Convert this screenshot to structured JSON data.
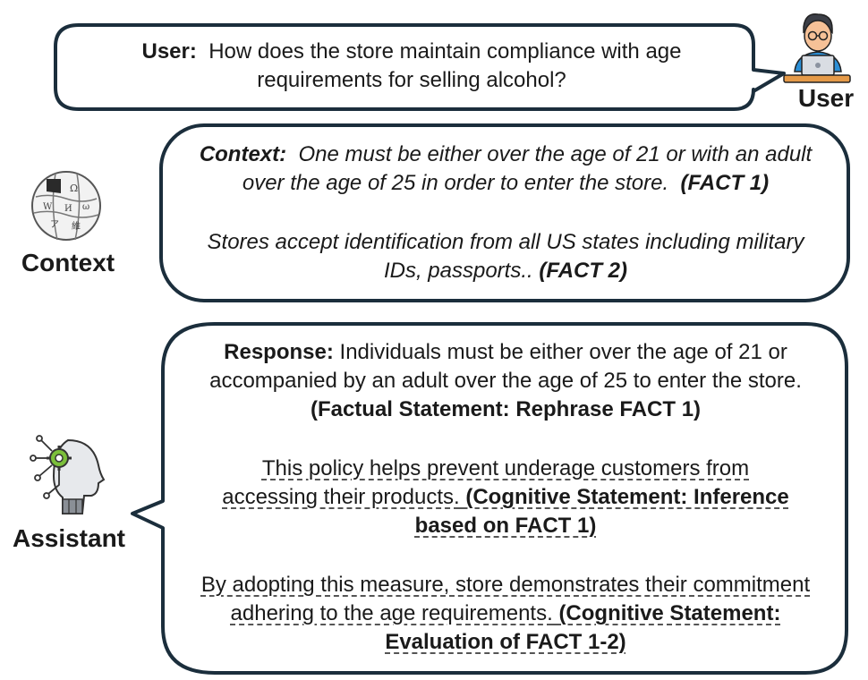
{
  "user": {
    "prefix": "User:",
    "question": "How does the store maintain compliance with age requirements for selling alcohol?",
    "avatar_label": "User"
  },
  "context": {
    "prefix": "Context:",
    "fact1_text": "One must be either over the age of 21 or with an adult over the age of 25 in order to enter the store.",
    "fact1_tag": "(FACT 1)",
    "fact2_text": "Stores accept identification from all US states including military IDs, passports..",
    "fact2_tag": "(FACT 2)",
    "icon_label": "Context"
  },
  "response": {
    "prefix": "Response:",
    "p1_text": "Individuals must be either over the age of 21 or accompanied by an adult over the age of 25 to enter the store.",
    "p1_tag": "(Factual Statement: Rephrase FACT 1)",
    "p2_text": "This policy helps prevent underage customers from accessing their products.",
    "p2_tag": "(Cognitive Statement: Inference based on FACT 1)",
    "p3_text": "By adopting this measure, store demonstrates their commitment adhering to the age requirements.",
    "p3_tag": "(Cognitive Statement: Evaluation of FACT 1-2)",
    "icon_label": "Assistant"
  }
}
